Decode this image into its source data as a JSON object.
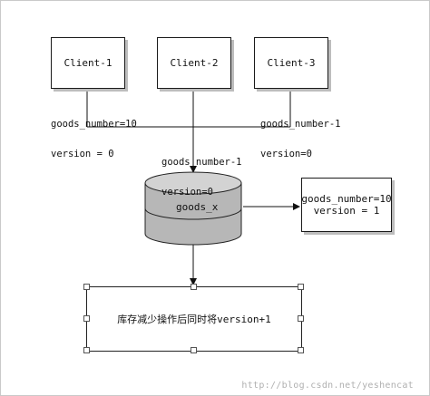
{
  "clients": [
    {
      "name": "Client-1"
    },
    {
      "name": "Client-2"
    },
    {
      "name": "Client-3"
    }
  ],
  "client_states": [
    {
      "line1": "goods_number=10",
      "line2": "version = 0"
    },
    {
      "line1": "goods_number-1",
      "line2": "version=0"
    }
  ],
  "merged_state": {
    "line1": "goods_number-1",
    "line2": "version=0"
  },
  "database": {
    "label": "goods_x"
  },
  "db_state": {
    "line1": "goods_number=10",
    "line2": "version = 1"
  },
  "operation": {
    "label": "库存减少操作后同时将version+1"
  },
  "watermark": "http://blog.csdn.net/yeshencat"
}
